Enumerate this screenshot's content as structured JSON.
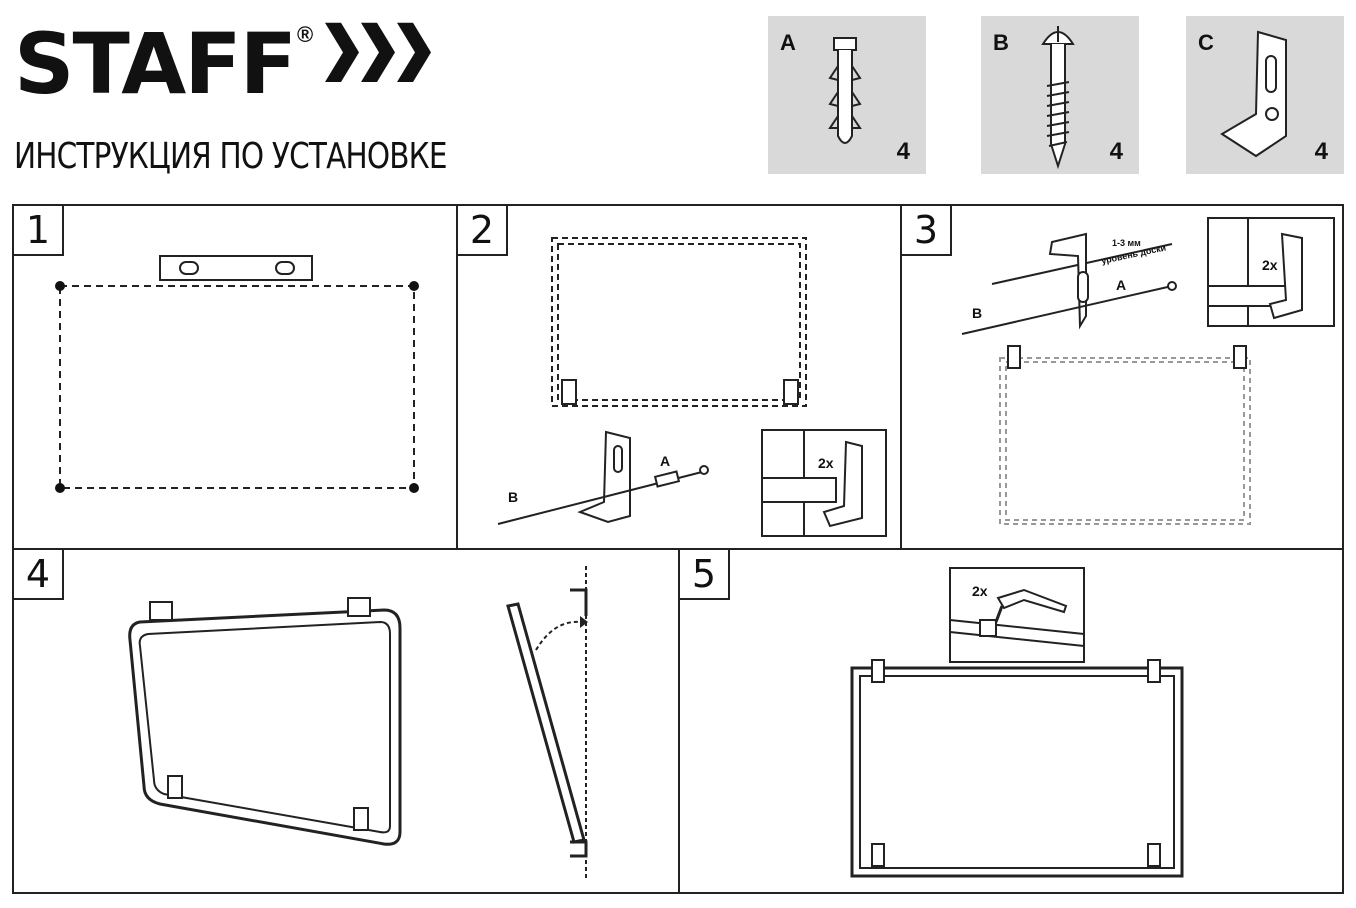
{
  "brand": {
    "logo_text": "STAFF",
    "registered_mark": "®"
  },
  "title": "ИНСТРУКЦИЯ ПО УСТАНОВКЕ",
  "parts": [
    {
      "letter": "A",
      "count": "4",
      "icon": "wall-plug-icon"
    },
    {
      "letter": "B",
      "count": "4",
      "icon": "screw-icon"
    },
    {
      "letter": "C",
      "count": "4",
      "icon": "mounting-bracket-icon"
    }
  ],
  "steps": [
    {
      "number": "1"
    },
    {
      "number": "2",
      "label_b": "B",
      "label_a": "A",
      "inset_times": "2x"
    },
    {
      "number": "3",
      "label_b": "B",
      "label_a": "A",
      "gap_label": "1-3 мм",
      "level_label": "уровень доски",
      "inset_times": "2x"
    },
    {
      "number": "4"
    },
    {
      "number": "5",
      "inset_times": "2x"
    }
  ],
  "colors": {
    "parts_bg": "#d9d9d9",
    "line": "#222222"
  }
}
